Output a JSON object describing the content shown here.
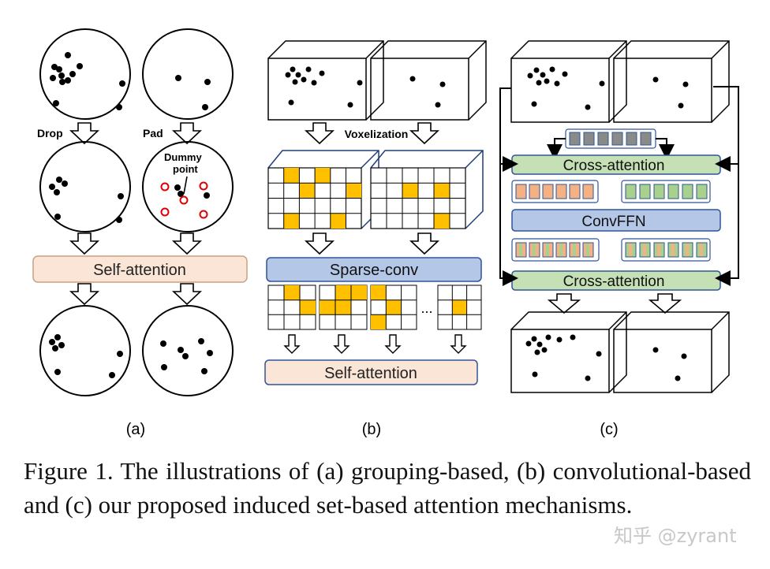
{
  "panel_a": {
    "drop_label": "Drop",
    "pad_label": "Pad",
    "dummy_label_1": "Dummy",
    "dummy_label_2": "point",
    "attention_label": "Self-attention",
    "caption_label": "(a)"
  },
  "panel_b": {
    "voxelization_label": "Voxelization",
    "sparse_conv_label": "Sparse-conv",
    "ellipsis": "...",
    "attention_label": "Self-attention",
    "caption_label": "(b)"
  },
  "panel_c": {
    "cross_attention_top": "Cross-attention",
    "convffn_label": "ConvFFN",
    "cross_attention_bottom": "Cross-attention",
    "caption_label": "(c)"
  },
  "figure_caption": "Figure 1.    The illustrations of (a) grouping-based, (b) convolutional-based and (c) our proposed induced set-based attention mechanisms.",
  "watermark": "知乎 @zyrant",
  "colors": {
    "pink_box": "#fbe5d6",
    "blue_box": "#b4c7e7",
    "green_box": "#c5e0b4",
    "voxel_orange": "#ffc000",
    "seed_gray": "#8a8a8a",
    "token_orange": "#f4b183",
    "token_green": "#a9d18e"
  }
}
